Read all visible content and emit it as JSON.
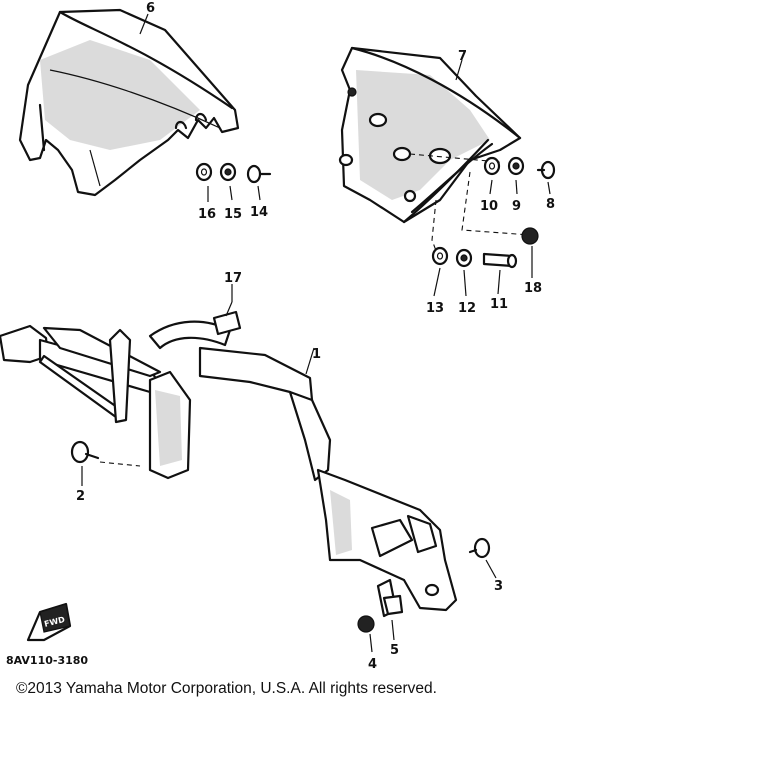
{
  "diagram": {
    "callouts": {
      "p1": "1",
      "p2": "2",
      "p3": "3",
      "p4": "4",
      "p5": "5",
      "p6": "6",
      "p7": "7",
      "p8": "8",
      "p9": "9",
      "p10": "10",
      "p11": "11",
      "p12": "12",
      "p13": "13",
      "p14": "14",
      "p15": "15",
      "p16": "16",
      "p17": "17",
      "p18": "18"
    },
    "part_code": "8AV110-3180",
    "logo_text": "FWD"
  },
  "footer": {
    "copyright": "©2013 Yamaha Motor Corporation, U.S.A. All rights reserved."
  }
}
